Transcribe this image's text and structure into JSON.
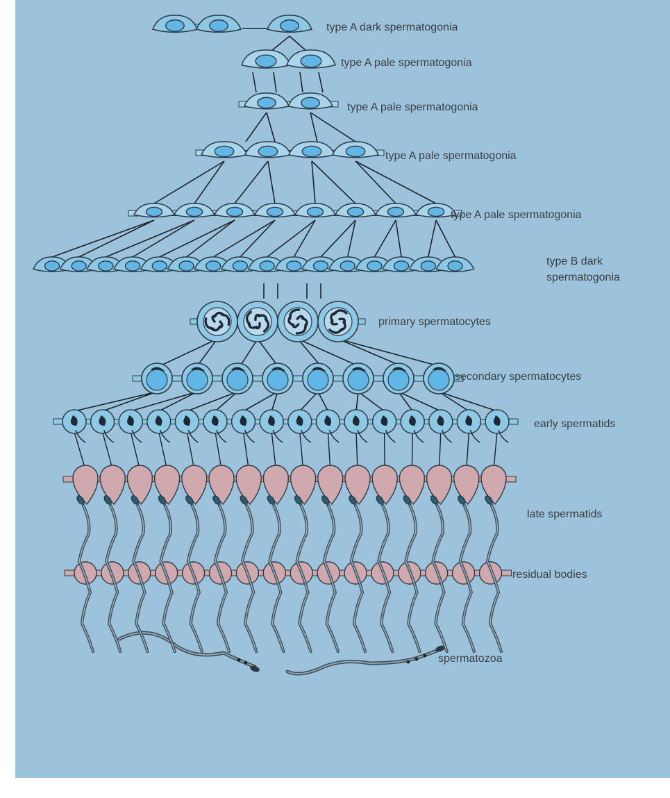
{
  "colors": {
    "background": "#9dc3dc",
    "pale_cell": "#a9d4ea",
    "dark_cell": "#8ec8e4",
    "cell_outline": "#2b3a45",
    "nucleus": "#62b6e6",
    "chromatin": "#1d2a35",
    "late_cell": "#cfa9ad",
    "line": "#1c2229"
  },
  "stages": [
    {
      "id": "a-dark",
      "label_lines": [
        "type A dark spermatogonia"
      ],
      "cell_count": 3,
      "cell_kind": "spermatogonium-dark"
    },
    {
      "id": "a-pale-1",
      "label_lines": [
        "type A pale spermatogonia"
      ],
      "cell_count": 2,
      "cell_kind": "spermatogonium"
    },
    {
      "id": "a-pale-2",
      "label_lines": [
        "type A pale spermatogonia"
      ],
      "cell_count": 2,
      "cell_kind": "spermatogonium"
    },
    {
      "id": "a-pale-3",
      "label_lines": [
        "type A pale spermatogonia"
      ],
      "cell_count": 4,
      "cell_kind": "spermatogonium"
    },
    {
      "id": "a-pale-4",
      "label_lines": [
        "type A pale spermatogonia"
      ],
      "cell_count": 8,
      "cell_kind": "spermatogonium"
    },
    {
      "id": "b-dark",
      "label_lines": [
        "type B dark",
        "spermatogonia"
      ],
      "cell_count": 16,
      "cell_kind": "spermatogonium-dark"
    },
    {
      "id": "primary",
      "label_lines": [
        "primary spermatocytes"
      ],
      "cell_count": 4,
      "cell_kind": "primary-spermatocyte"
    },
    {
      "id": "secondary",
      "label_lines": [
        "secondary spermatocytes"
      ],
      "cell_count": 8,
      "cell_kind": "secondary-spermatocyte"
    },
    {
      "id": "early",
      "label_lines": [
        "early spermatids"
      ],
      "cell_count": 16,
      "cell_kind": "early-spermatid"
    },
    {
      "id": "late",
      "label_lines": [
        "late spermatids"
      ],
      "cell_count": 16,
      "cell_kind": "late-spermatid"
    },
    {
      "id": "residual",
      "label_lines": [
        "residual bodies"
      ],
      "cell_count": 16,
      "cell_kind": "residual-body"
    },
    {
      "id": "spermatozoa",
      "label_lines": [
        "spermatozoa"
      ],
      "cell_count": 2,
      "cell_kind": "spermatozoon"
    }
  ]
}
